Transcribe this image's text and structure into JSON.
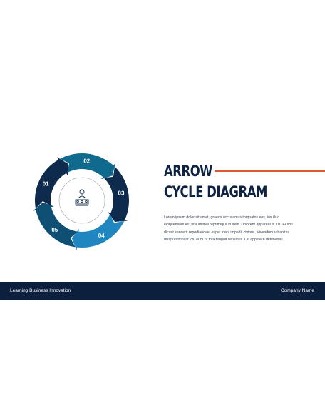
{
  "slide": {
    "title_line_1": "ARROW",
    "title_line_2": "CYCLE DIAGRAM",
    "body": "Lorem ipsum dolor sit amet, graece accusamus torquatos eos, ius illud eloquentiam eu, nisl animal reprimique in sem. Dolorem appareat in ius. Ei eos dicunt senserit repudiandae, ei per inani impedit civibus. Vivendum urbanitas dissputationi at vis, eum ut tota feugait sensibus. Cu appetere definiebas.",
    "accent_color": "#e0553b",
    "title_color": "#0e2344"
  },
  "diagram": {
    "center_icon": "team-hierarchy-icon",
    "segments": [
      {
        "label": "01",
        "color": "#0e2a4c"
      },
      {
        "label": "02",
        "color": "#0f6a8e"
      },
      {
        "label": "03",
        "color": "#0e2a4c"
      },
      {
        "label": "04",
        "color": "#1f86c0"
      },
      {
        "label": "05",
        "color": "#0f4f74"
      }
    ]
  },
  "footer": {
    "left": "Learning Business Innovation",
    "right": "Company Name",
    "bar_color": "#0c1f3d"
  }
}
